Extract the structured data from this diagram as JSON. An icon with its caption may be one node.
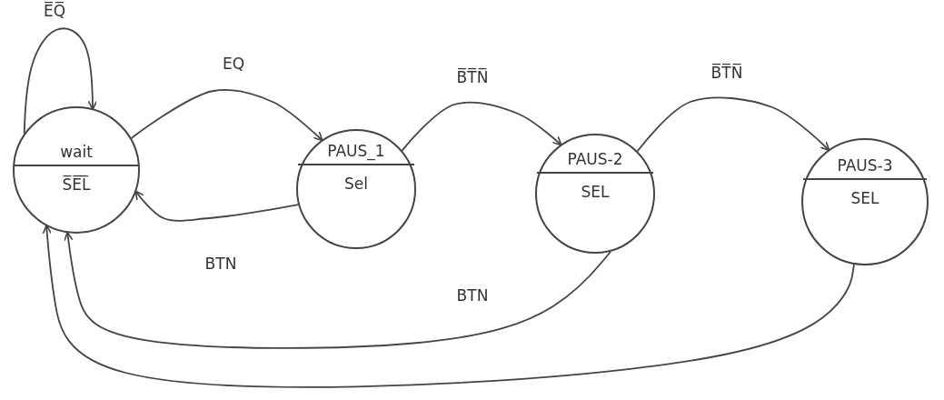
{
  "diagram": {
    "nodes": [
      {
        "text": [
          "wait",
          "S̅E̅L̅"
        ]
      },
      {
        "text": [
          "PAUS_1",
          "Sel"
        ]
      },
      {
        "text": [
          "PAUS-2",
          "SEL"
        ]
      },
      {
        "text": [
          "PAUS-3",
          "SEL"
        ]
      }
    ],
    "edges": [
      {
        "from": 0,
        "to": 0,
        "arrow": "to",
        "label": "E̅Q̅"
      },
      {
        "from": 0,
        "to": 1,
        "arrow": "to",
        "label": "EQ"
      },
      {
        "from": 1,
        "to": 0,
        "arrow": "to",
        "label": "BTN"
      },
      {
        "from": 1,
        "to": 2,
        "arrow": "to",
        "label": "B̅T̅N̅"
      },
      {
        "from": 2,
        "to": 3,
        "arrow": "to",
        "label": "B̅T̅N̅"
      },
      {
        "from": 2,
        "to": 0,
        "arrow": "to",
        "label": "BTN"
      },
      {
        "from": 3,
        "to": 0,
        "arrow": "to"
      }
    ]
  }
}
